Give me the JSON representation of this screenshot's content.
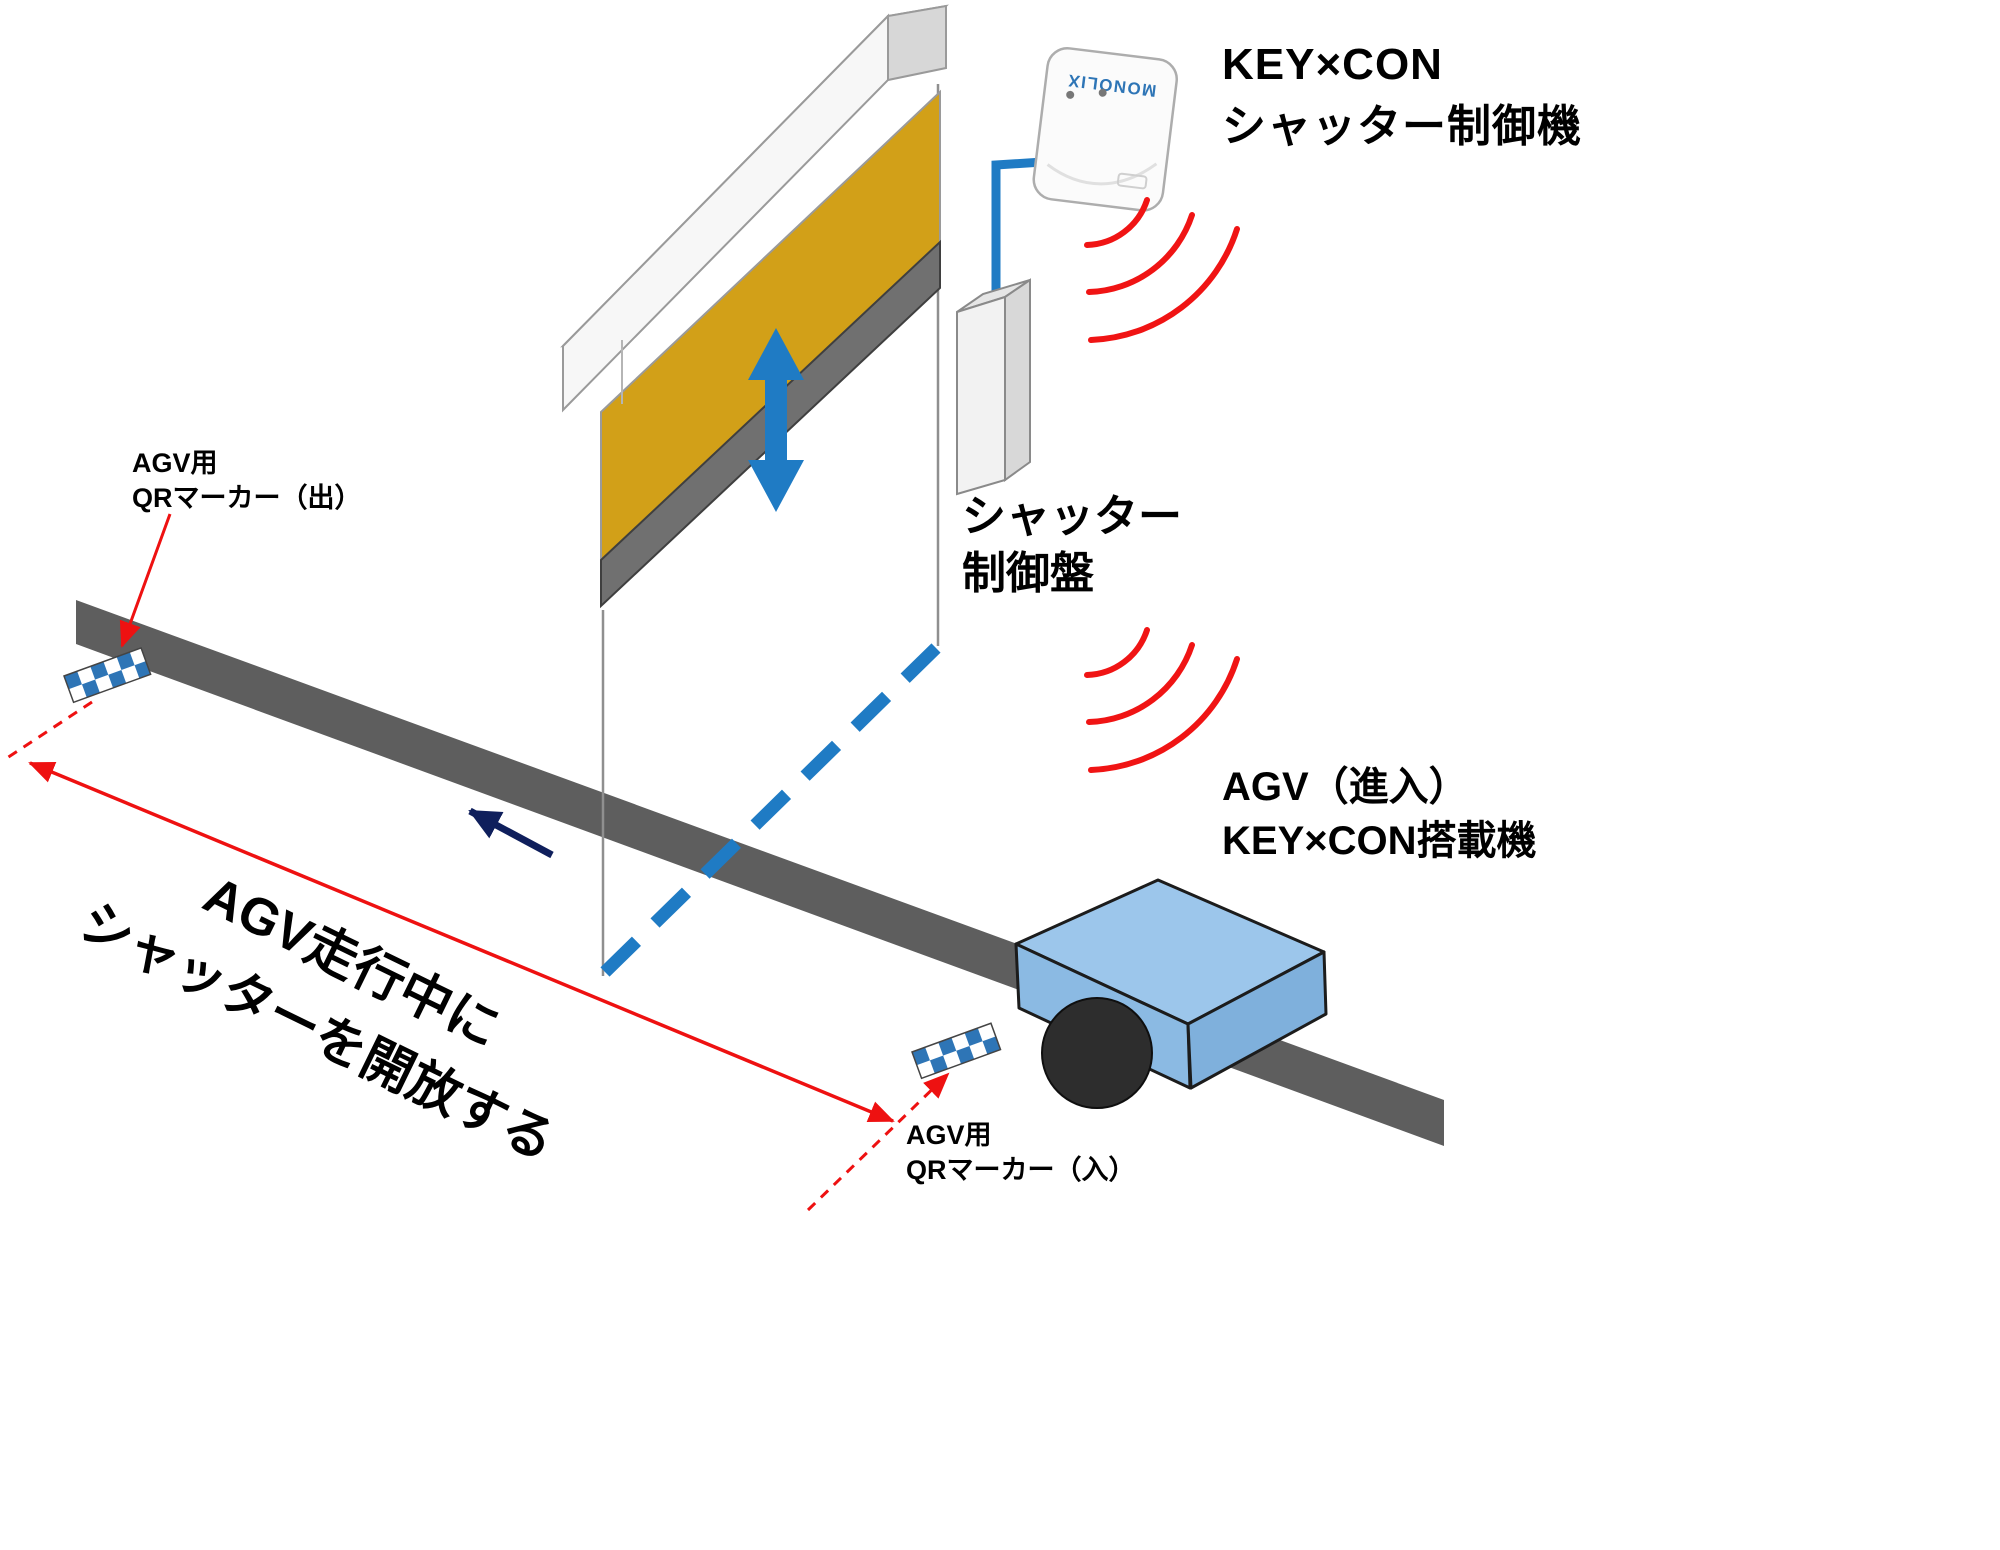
{
  "diagram": {
    "shutter_controller": {
      "title": "KEY×CON\nシャッター制御機",
      "device_brand": "MONOLIX"
    },
    "control_panel": {
      "label": "シャッター\n制御盤"
    },
    "qr_marker_exit": {
      "label": "AGV用\nQRマーカー（出）"
    },
    "qr_marker_entry": {
      "label": "AGV用\nQRマーカー（入）"
    },
    "agv": {
      "label": "AGV（進入）\nKEY×CON搭載機"
    },
    "travel_note": "AGV走行中に\nシャッターを開放する"
  },
  "colors": {
    "shutter_curtain": "#D2A018",
    "shutter_frame": "#707070",
    "track": "#5E5E5E",
    "accent_blue": "#1F7BC4",
    "signal_red": "#F01414",
    "annotation_red": "#EE1111",
    "direction_navy": "#0F1F5C",
    "agv_body": "#9CC6EB",
    "qr_blue": "#2E75B6"
  }
}
